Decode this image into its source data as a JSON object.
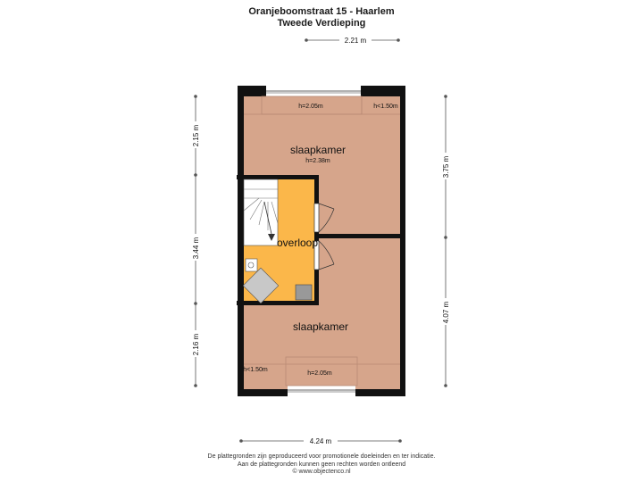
{
  "header": {
    "title": "Oranjeboomstraat 15 - Haarlem",
    "subtitle": "Tweede Verdieping"
  },
  "dimensions": {
    "top": "2.21 m",
    "bottom": "4.24 m",
    "left_top": "2.15 m",
    "left_mid": "3.44 m",
    "left_bottom": "2.16 m",
    "right_top": "3.75 m",
    "right_bottom": "4.07 m"
  },
  "rooms": {
    "top_room": {
      "name": "slaapkamer",
      "height": "h=2.38m"
    },
    "landing": {
      "name": "overloop"
    },
    "bottom_room": {
      "name": "slaapkamer"
    }
  },
  "heights": {
    "top_dormer": "h=2.05m",
    "top_right": "h<1.50m",
    "bottom_left": "h<1.50m",
    "bottom_dormer": "h=2.05m"
  },
  "footer": {
    "line1": "De plattegronden zijn geproduceerd voor promotionele doeleinden en ter indicatie.",
    "line2": "Aan de plattegronden kunnen geen rechten worden ontleend",
    "line3": "© www.objectenco.nl"
  },
  "colors": {
    "wall": "#111111",
    "room_fill": "#d6a58b",
    "landing_fill": "#fbb74a",
    "stair_fill": "#ffffff",
    "dimension_line": "#555555"
  }
}
